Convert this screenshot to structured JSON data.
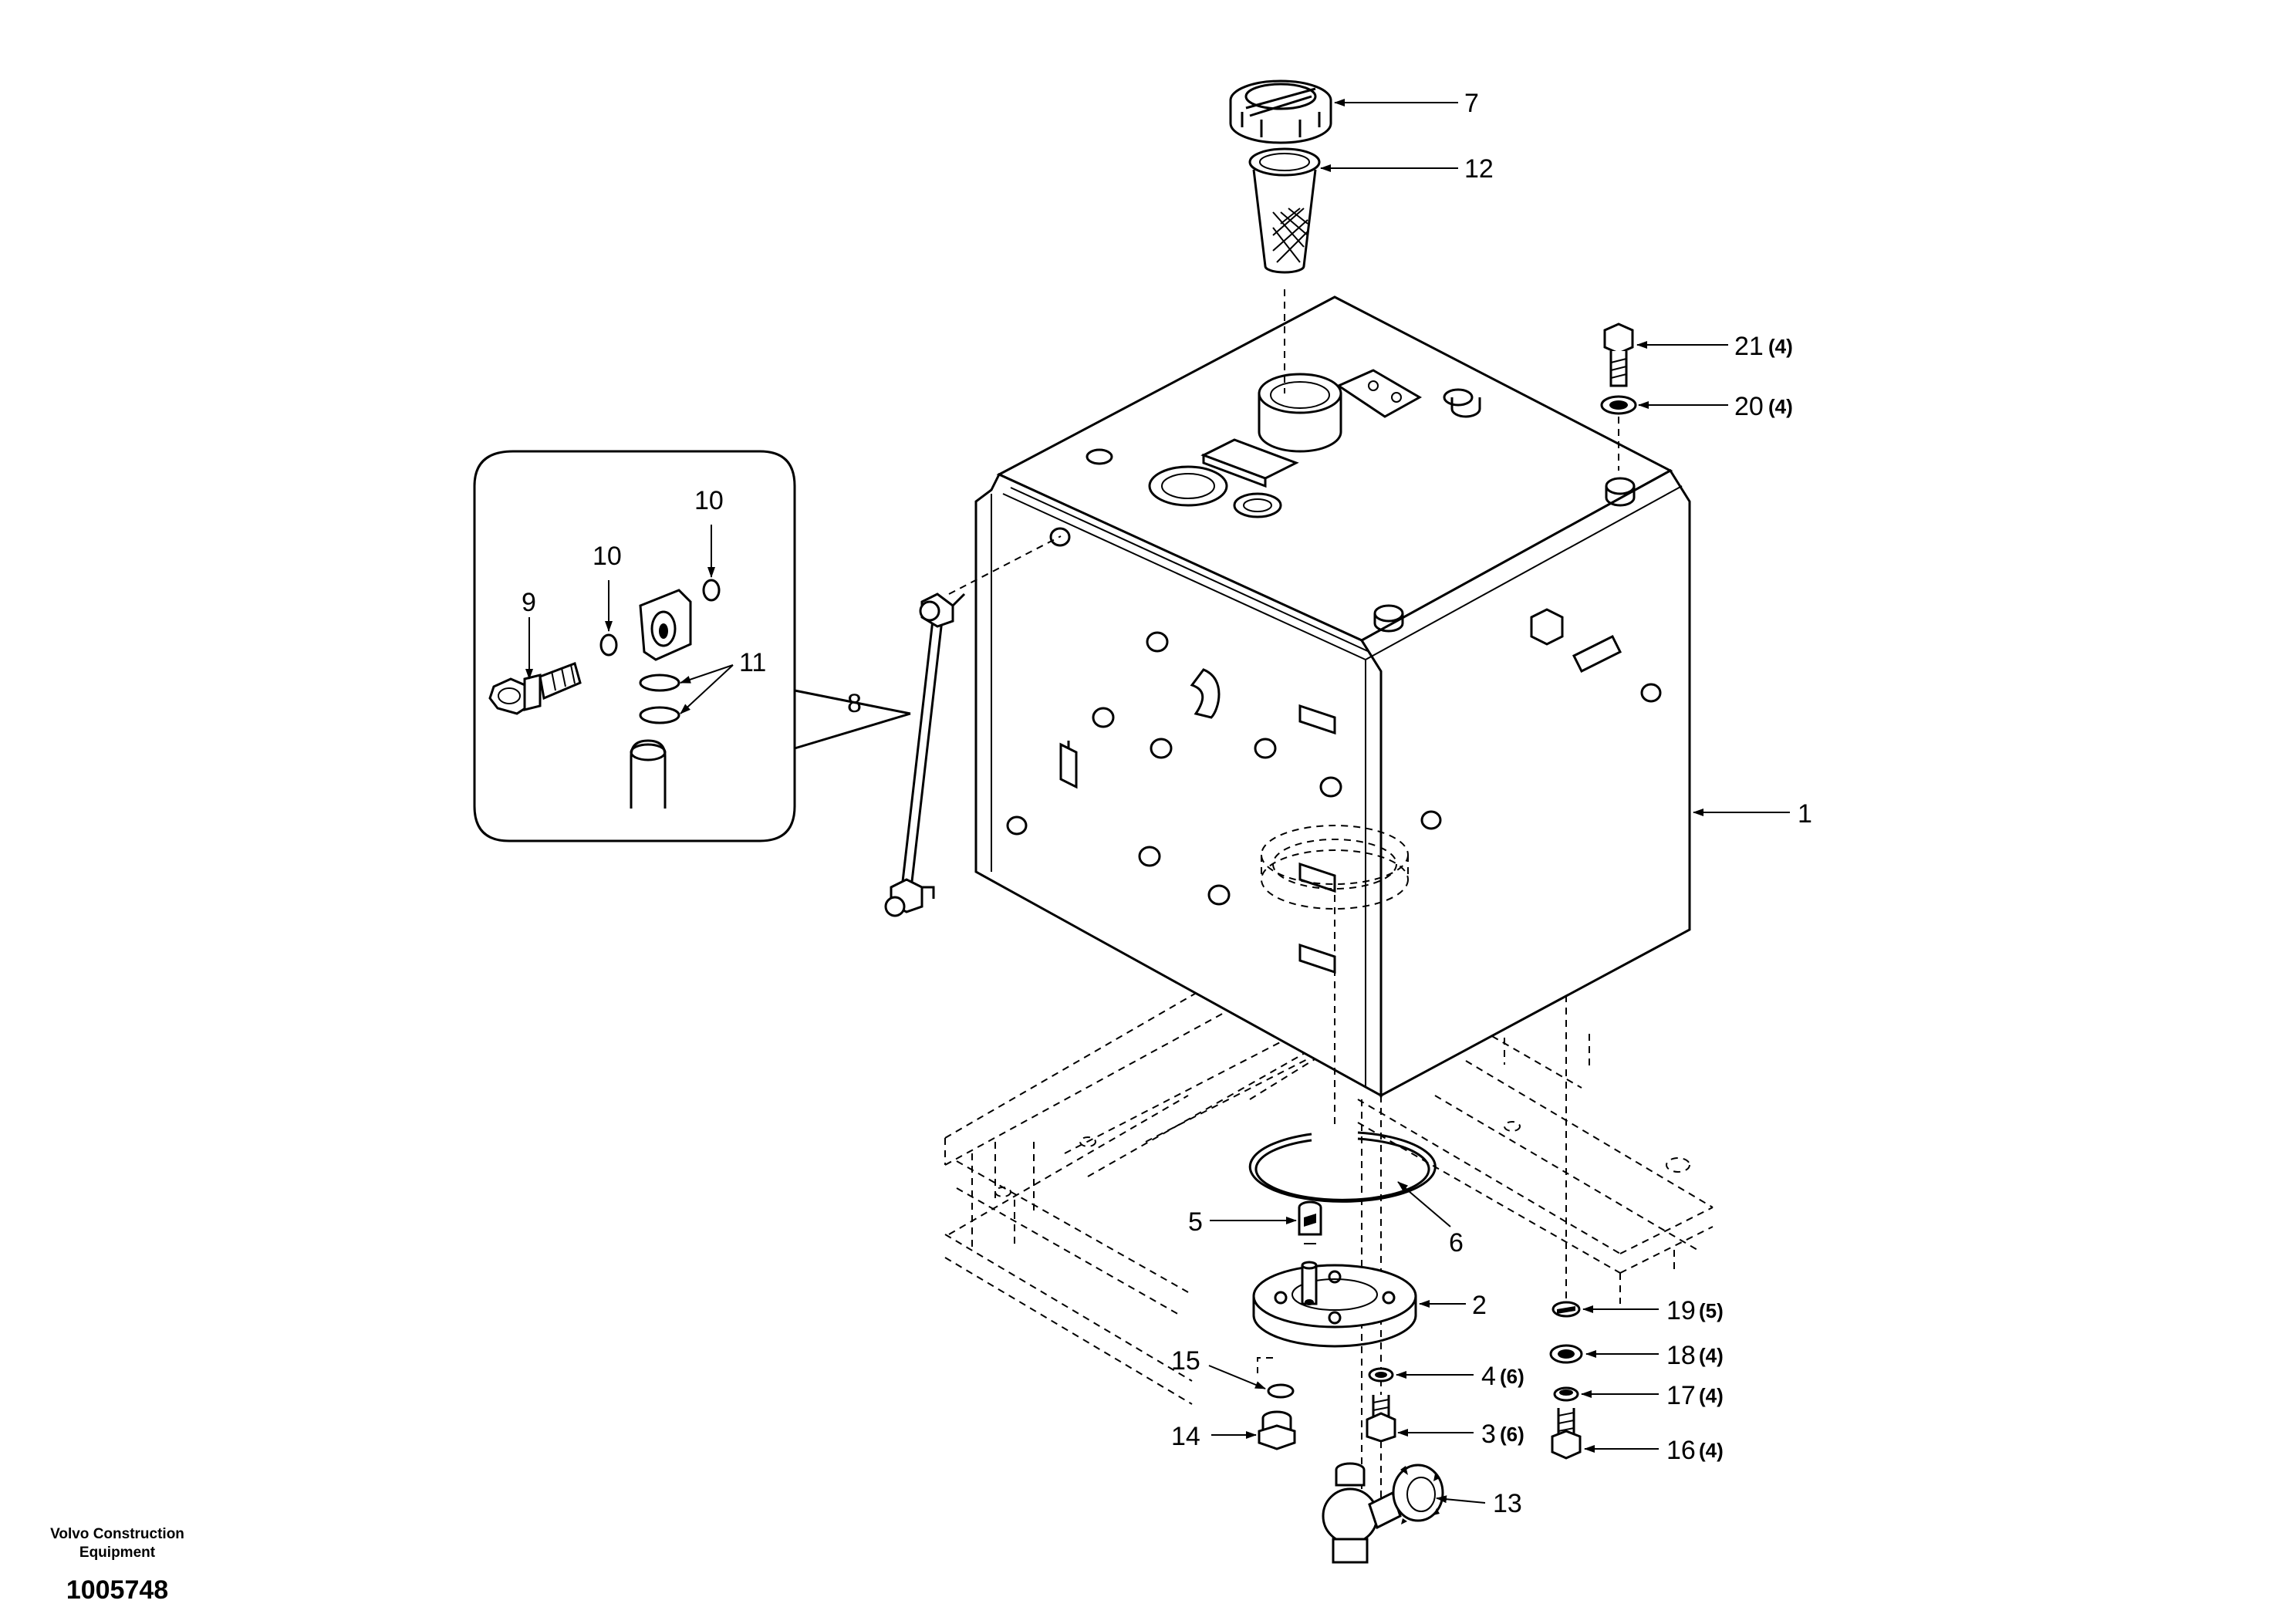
{
  "callouts": [
    {
      "key": "c1",
      "number": "1",
      "qty": ""
    },
    {
      "key": "c2",
      "number": "2",
      "qty": ""
    },
    {
      "key": "c3",
      "number": "3",
      "qty": "(6)"
    },
    {
      "key": "c4",
      "number": "4",
      "qty": "(6)"
    },
    {
      "key": "c5",
      "number": "5",
      "qty": ""
    },
    {
      "key": "c6",
      "number": "6",
      "qty": ""
    },
    {
      "key": "c7",
      "number": "7",
      "qty": ""
    },
    {
      "key": "c8",
      "number": "8",
      "qty": ""
    },
    {
      "key": "c9",
      "number": "9",
      "qty": ""
    },
    {
      "key": "c10a",
      "number": "10",
      "qty": ""
    },
    {
      "key": "c10b",
      "number": "10",
      "qty": ""
    },
    {
      "key": "c11",
      "number": "11",
      "qty": ""
    },
    {
      "key": "c12",
      "number": "12",
      "qty": ""
    },
    {
      "key": "c13",
      "number": "13",
      "qty": ""
    },
    {
      "key": "c14",
      "number": "14",
      "qty": ""
    },
    {
      "key": "c15",
      "number": "15",
      "qty": ""
    },
    {
      "key": "c16",
      "number": "16",
      "qty": "(4)"
    },
    {
      "key": "c17",
      "number": "17",
      "qty": "(4)"
    },
    {
      "key": "c18",
      "number": "18",
      "qty": "(4)"
    },
    {
      "key": "c19",
      "number": "19",
      "qty": "(5)"
    },
    {
      "key": "c20",
      "number": "20",
      "qty": "(4)"
    },
    {
      "key": "c21",
      "number": "21",
      "qty": "(4)"
    }
  ],
  "footer": {
    "brand_line1": "Volvo Construction",
    "brand_line2": "Equipment",
    "document_number": "1005748"
  }
}
